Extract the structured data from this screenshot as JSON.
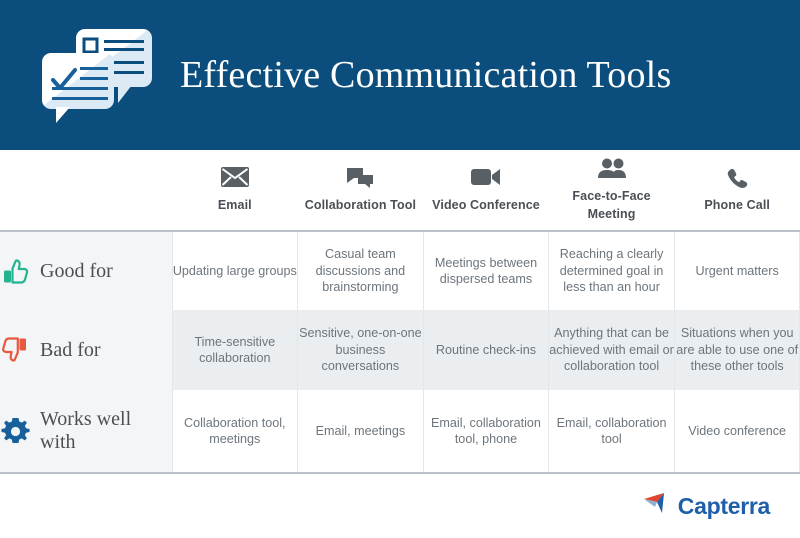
{
  "header": {
    "title": "Effective Communication Tools",
    "logo_icon": "speech-bubbles-checklist-icon",
    "background_color": "#0b4d7d",
    "title_color": "#ffffff"
  },
  "table": {
    "columns": [
      {
        "id": "label",
        "label": "",
        "icon": ""
      },
      {
        "id": "email",
        "label": "Email",
        "icon": "envelope-icon"
      },
      {
        "id": "collaboration",
        "label": "Collaboration Tool",
        "icon": "chat-bubbles-icon"
      },
      {
        "id": "video",
        "label": "Video Conference",
        "icon": "video-camera-icon"
      },
      {
        "id": "face",
        "label": "Face-to-Face Meeting",
        "icon": "people-icon"
      },
      {
        "id": "phone",
        "label": "Phone Call",
        "icon": "phone-handset-icon"
      }
    ],
    "rows": [
      {
        "id": "good-for",
        "label": "Good for",
        "icon": "thumbs-up-icon",
        "icon_color": "#23b391",
        "cells": [
          "Updating large groups",
          "Casual team discussions and brainstorming",
          "Meetings between dispersed teams",
          "Reaching a clearly determined goal in less than an hour",
          "Urgent matters"
        ]
      },
      {
        "id": "bad-for",
        "label": "Bad for",
        "icon": "thumbs-down-icon",
        "icon_color": "#e9573f",
        "cells": [
          "Time-sensitive collaboration",
          "Sensitive, one-on-one business conversations",
          "Routine check-ins",
          "Anything that can be achieved with email or collaboration tool",
          "Situations when you are able to use one of these other tools"
        ]
      },
      {
        "id": "works-well-with",
        "label": "Works well with",
        "icon": "gear-icon",
        "icon_color": "#17609c",
        "cells": [
          "Collaboration tool, meetings",
          "Email, meetings",
          "Email, collaboration tool, phone",
          "Email, collaboration tool",
          "Video conference"
        ]
      }
    ]
  },
  "footer": {
    "brand": "Capterra",
    "brand_icon": "capterra-arrow-icon",
    "brand_color": "#1f5fa9",
    "accent_color": "#e0452f"
  }
}
